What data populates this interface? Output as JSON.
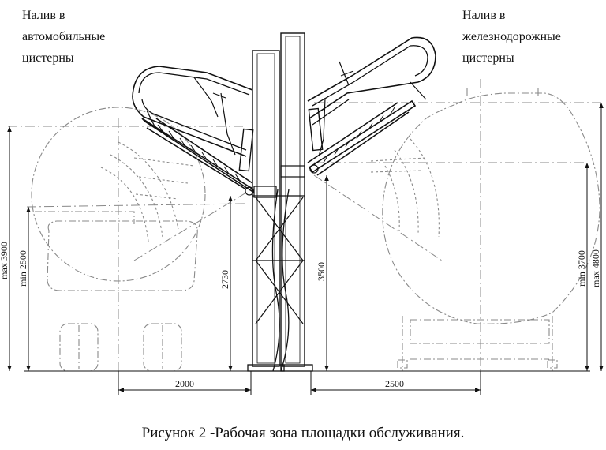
{
  "labels": {
    "auto_tanks": "Налив в\nавтомобильные\nцистерны",
    "rail_tanks": "Налив в\nжелезнодорожные\nцистерны"
  },
  "dimensions": {
    "left_width": "2000",
    "right_width": "2500",
    "left_max": "max 3900",
    "left_min": "min 2500",
    "center_left": "2730",
    "center_right": "3500",
    "right_min": "min 3700",
    "right_max": "max 4800"
  },
  "caption": "Рисунок 2 -Рабочая зона площадки обслуживания."
}
